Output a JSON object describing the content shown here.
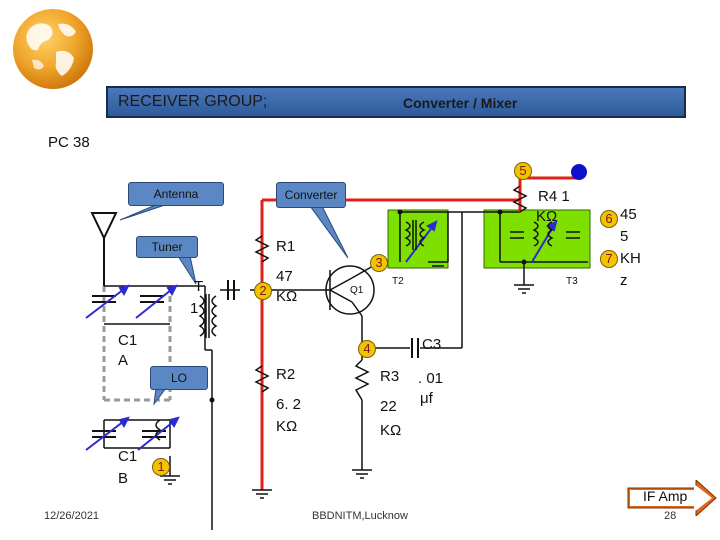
{
  "header": {
    "title_left": "RECEIVER GROUP;",
    "title_right": "Converter / Mixer"
  },
  "subtitle": "PC 38",
  "callouts": {
    "antenna": "Antenna",
    "converter": "Converter",
    "tuner": "Tuner",
    "lo": "LO"
  },
  "labels": {
    "t1_a": "T",
    "t1_b": "1",
    "c1a_a": "C1",
    "c1a_b": "A",
    "c1b_a": "C1",
    "c1b_b": "B",
    "r1": "R1",
    "r1_val_a": "47",
    "r1_val_b": "KΩ",
    "q1": "Q1",
    "t2": "T2",
    "t3": "T3",
    "r4_a": "R4  1",
    "r4_b": "KΩ",
    "c3": "C3",
    "c3_val_a": ". 01",
    "c3_val_b": "μf",
    "r2": "R2",
    "r2_val_a": "6. 2",
    "r2_val_b": "KΩ",
    "r3": "R3",
    "r3_val_a": "22",
    "r3_val_b": "KΩ",
    "freq_a": "45",
    "freq_b": "5",
    "freq_c": "KH",
    "freq_d": "z"
  },
  "markers": [
    "1",
    "2",
    "3",
    "4",
    "5",
    "6",
    "7"
  ],
  "next_button": "IF Amp",
  "footer": {
    "date": "12/26/2021",
    "center": "BBDNITM,Lucknow",
    "page": "28"
  }
}
